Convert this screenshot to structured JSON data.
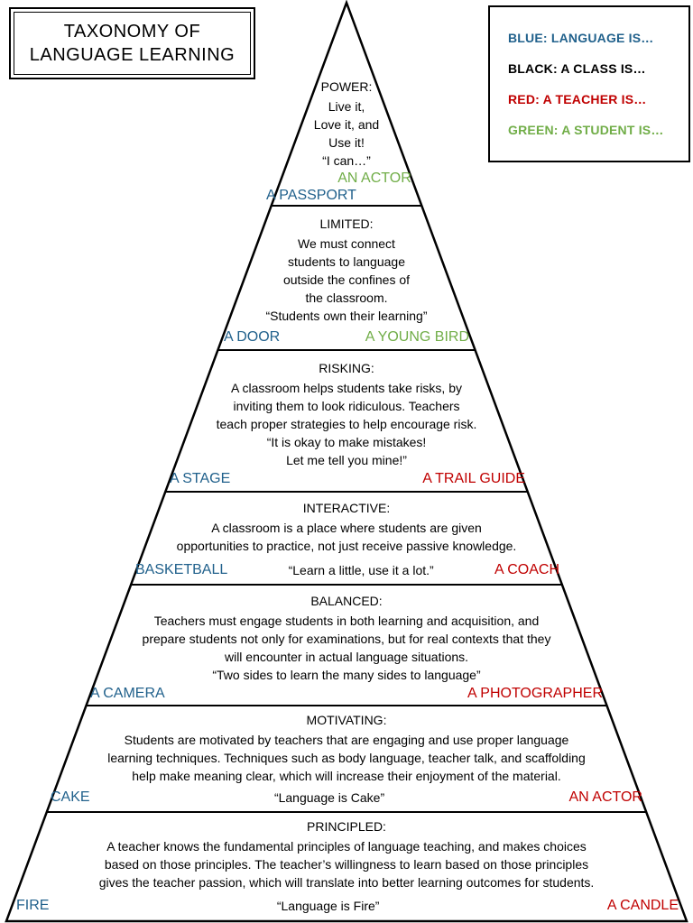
{
  "colors": {
    "blue": "#21618C",
    "red": "#C00000",
    "green": "#70AD47",
    "black": "#000000"
  },
  "title": "TAXONOMY OF\nLANGUAGE LEARNING",
  "legend": {
    "items": [
      {
        "label": "BLUE: LANGUAGE IS…",
        "color": "blue"
      },
      {
        "label": "BLACK: A CLASS IS…",
        "color": "black"
      },
      {
        "label": "RED: A TEACHER IS…",
        "color": "red"
      },
      {
        "label": "GREEN: A STUDENT IS…",
        "color": "green"
      }
    ]
  },
  "pyramid": {
    "levels": [
      {
        "name": "POWER",
        "heading": "POWER:",
        "lines": [
          "Live it,",
          "Love it, and",
          "Use it!",
          "“I can…”"
        ],
        "student_label": {
          "text": "AN ACTOR",
          "color": "green"
        },
        "language_label": {
          "text": "A PASSPORT",
          "color": "blue"
        }
      },
      {
        "name": "LIMITED",
        "heading": "LIMITED:",
        "lines": [
          "We must connect",
          "students to language",
          "outside the confines of",
          "the classroom.",
          "“Students own their learning”"
        ],
        "row": {
          "left": {
            "text": "A DOOR",
            "color": "blue"
          },
          "right": {
            "text": "A YOUNG BIRD",
            "color": "green"
          }
        }
      },
      {
        "name": "RISKING",
        "heading": "RISKING:",
        "lines": [
          "A classroom helps students take risks, by",
          "inviting them to look ridiculous. Teachers",
          "teach proper strategies to help encourage risk.",
          "“It is okay to make mistakes!",
          "Let me tell you mine!”"
        ],
        "row": {
          "left": {
            "text": "A STAGE",
            "color": "blue"
          },
          "right": {
            "text": "A TRAIL GUIDE",
            "color": "red"
          }
        }
      },
      {
        "name": "INTERACTIVE",
        "heading": "INTERACTIVE:",
        "lines": [
          "A classroom is a place where students are given",
          "opportunities to practice, not just receive passive knowledge."
        ],
        "row": {
          "left": {
            "text": "BASKETBALL",
            "color": "blue"
          },
          "center": "“Learn a little, use it a lot.”",
          "right": {
            "text": "A COACH",
            "color": "red"
          }
        }
      },
      {
        "name": "BALANCED",
        "heading": "BALANCED:",
        "lines": [
          "Teachers must engage students in both learning and acquisition, and",
          "prepare students not only for examinations, but for real contexts that they",
          "will encounter in actual language situations.",
          "“Two sides to learn the many sides to language”"
        ],
        "row": {
          "left": {
            "text": "A CAMERA",
            "color": "blue"
          },
          "right": {
            "text": "A PHOTOGRAPHER",
            "color": "red"
          }
        }
      },
      {
        "name": "MOTIVATING",
        "heading": "MOTIVATING:",
        "lines": [
          "Students are motivated by teachers that are engaging and use proper language",
          "learning techniques.  Techniques such as body language, teacher talk, and scaffolding",
          "help make meaning clear, which will increase their enjoyment of the material."
        ],
        "row": {
          "left": {
            "text": "CAKE",
            "color": "blue"
          },
          "center": "“Language is Cake”",
          "right": {
            "text": "AN ACTOR",
            "color": "red"
          }
        }
      },
      {
        "name": "PRINCIPLED",
        "heading": "PRINCIPLED:",
        "lines": [
          "A teacher knows the fundamental principles of language teaching, and makes choices",
          "based on those principles.  The teacher’s willingness to learn based on those principles",
          "gives the teacher passion, which will translate into better learning outcomes for students."
        ],
        "row": {
          "left": {
            "text": "FIRE",
            "color": "blue"
          },
          "center": "“Language is Fire”",
          "right": {
            "text": "A CANDLE",
            "color": "red"
          }
        }
      }
    ]
  }
}
